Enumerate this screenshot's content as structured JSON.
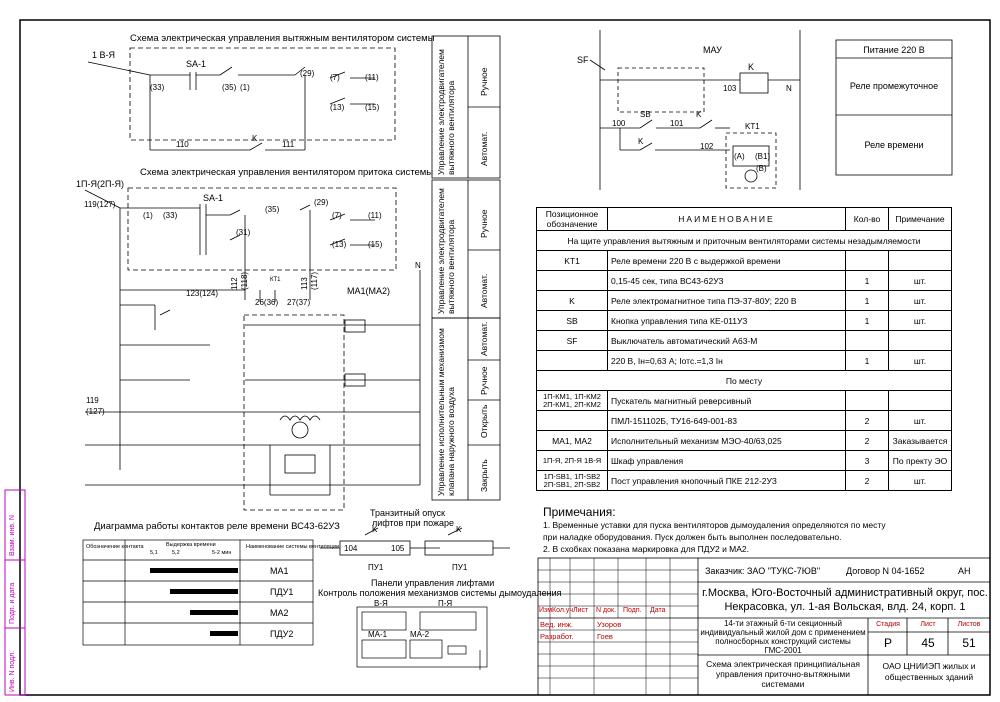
{
  "exhaust_scheme": {
    "title": "Схема электрическая управления вытяжным вентилятором системы",
    "feeder": "1 В-Я",
    "switch": "SA-1",
    "terminals": [
      "(33)",
      "(35)",
      "(1)",
      "(29)",
      "(7)",
      "(11)",
      "(13)",
      "(15)"
    ],
    "wires": [
      "110",
      "111"
    ],
    "contact": "K"
  },
  "supply_scheme": {
    "title": "Схема электрическая управления вентилятором притока системы",
    "feeder": "1П-Я(2П-Я)",
    "switch": "SA-1",
    "terminals": [
      "119(127)",
      "(1)",
      "(33)",
      "(35)",
      "(31)",
      "(29)",
      "(7)",
      "(11)",
      "(13)",
      "(15)"
    ],
    "wires": [
      "112",
      "(118)",
      "113",
      "(117)",
      "26(36)",
      "27(37)",
      "123(124)",
      "119",
      "(127)"
    ],
    "relay": "КТ1",
    "neutral": "N",
    "actuator": "МА1(МА2)"
  },
  "mode_table": {
    "groups": [
      {
        "title": "Управление электродвигателем вытяжного вентилятора",
        "modes": [
          "Ручное",
          "Автомат."
        ]
      },
      {
        "title": "Управление электродвигателем вытяжного вентилятора",
        "modes": [
          "Ручное",
          "Автомат."
        ]
      },
      {
        "title": "Управление исполнительным механизмом клапана наружного воздуха",
        "modes": [
          "Автомат.",
          "Ручное",
          "Открыть",
          "Закрыть"
        ]
      }
    ]
  },
  "power_scheme": {
    "labels": [
      "SF",
      "МАУ",
      "K",
      "103",
      "N",
      "SB",
      "100",
      "101",
      "K",
      "K",
      "102",
      "KT1",
      "(A)",
      "(B1)",
      "(B)"
    ]
  },
  "power_legend": {
    "items": [
      "Питание 220 В",
      "Реле промежуточное",
      "Реле времени"
    ]
  },
  "spec": {
    "headers": [
      "Позиционное обозначение",
      "НАИМЕНОВАНИЕ",
      "Кол-во",
      "Примечание"
    ],
    "rows": [
      {
        "pos": "",
        "name": "На щите управления вытяжным и приточным вентиляторами системы незадымляемости",
        "qty": "",
        "note": "",
        "span": true
      },
      {
        "pos": "KT1",
        "name": "Реле времени 220 В с выдержкой времени",
        "qty": "",
        "note": ""
      },
      {
        "pos": "",
        "name": "0,15-45 сек, типа ВС43-62УЗ",
        "qty": "1",
        "note": "шт."
      },
      {
        "pos": "K",
        "name": "Реле электромагнитное типа ПЭ-37-80У; 220 В",
        "qty": "1",
        "note": "шт."
      },
      {
        "pos": "SB",
        "name": "Кнопка управления типа КЕ-011УЗ",
        "qty": "1",
        "note": "шт."
      },
      {
        "pos": "SF",
        "name": "Выключатель автоматический А63-М",
        "qty": "",
        "note": ""
      },
      {
        "pos": "",
        "name": "220 В, Iн=0,63 А; Iотс.=1,3 Iн",
        "qty": "1",
        "note": "шт."
      },
      {
        "pos": "",
        "name": "По месту",
        "qty": "",
        "note": "",
        "span": true
      },
      {
        "pos": "1П-КМ1, 1П-КМ2 2П-КМ1, 2П-КМ2",
        "name": "Пускатель магнитный реверсивный",
        "qty": "",
        "note": ""
      },
      {
        "pos": "",
        "name": "ПМЛ-151102Б, ТУ16-649-001-83",
        "qty": "2",
        "note": "шт."
      },
      {
        "pos": "МА1, МА2",
        "name": "Исполнительный механизм МЭО-40/63,025",
        "qty": "2",
        "note": "Заказывается"
      },
      {
        "pos": "1П-Я, 2П-Я 1В-Я",
        "name": "Шкаф управления",
        "qty": "3",
        "note": "По пректу ЭО"
      },
      {
        "pos": "1П-SB1, 1П-SB2 2П-SB1, 2П-SB2",
        "name": "Пост управления кнопочный ПКЕ 212-2УЗ",
        "qty": "2",
        "note": "шт."
      }
    ]
  },
  "notes": {
    "title": "Примечания:",
    "lines": [
      "1. Временные уставки для пуска вентиляторов дымоудаления определяются по месту",
      "при наладке оборудования. Пуск должен быть выполнен последовательно.",
      "2. В схобках показана маркировка для ПДУ2 и МА2."
    ]
  },
  "timing_diagram": {
    "title": "Диаграмма работы контактов реле времени ВС43-62УЗ",
    "headers": [
      "Обозначение контакта",
      "Выдержка времени",
      "Наименование системы вентиляции"
    ],
    "scale": [
      "5,1",
      "5,2",
      "5-2 мин"
    ],
    "rows": [
      "МА1",
      "ПДУ1",
      "МА2",
      "ПДУ2"
    ]
  },
  "lift_scheme": {
    "title1": "Транзитный опуск",
    "title2": "лифтов при пожаре",
    "labels": [
      "K",
      "104",
      "105",
      "K",
      "ПУ1",
      "ПУ1"
    ]
  },
  "lift_panel": {
    "title1": "Панели управления лифтами",
    "title2": "Контроль положения механизмов системы дымоудаления",
    "labels": [
      "В-Я",
      "П-Я",
      "МА-1",
      "МА-2"
    ]
  },
  "title_block": {
    "customer": "Заказчик: ЗАО \"ТУКС-7ЮВ\"",
    "contract": "Договор N 04-1652",
    "sheet_code": "АН",
    "address": "г.Москва, Юго-Восточный административный округ, пос. Некрасовка, ул. 1-ая Вольская, влд. 24, корп. 1",
    "building": "14-ти  этажный 6-ти секционный индивидуальный жилой дом с применением полносборных конструкций системы ГМС-2001",
    "stage_h": "Стадия",
    "sheet_h": "Лист",
    "sheets_h": "Листов",
    "stage": "Р",
    "sheet": "45",
    "sheets": "51",
    "drawing": "Схема электрическая принципиальная управления приточно-вытяжными системами",
    "org": "ОАО ЦНИИЭП жилых и общественных зданий",
    "col_headers": [
      "Изм.",
      "Кол.уч",
      "Лист",
      "N док.",
      "Подп.",
      "Дата"
    ],
    "roles": [
      {
        "role": "Вед. инж.",
        "name": "Узоров"
      },
      {
        "role": "Разработ.",
        "name": "Гоев"
      }
    ],
    "side_labels": [
      "Взам. инв. N",
      "Подп. и дата",
      "Инв. N подл."
    ]
  },
  "colors": {
    "stamp": "#c000c0",
    "red": "#c00000"
  }
}
